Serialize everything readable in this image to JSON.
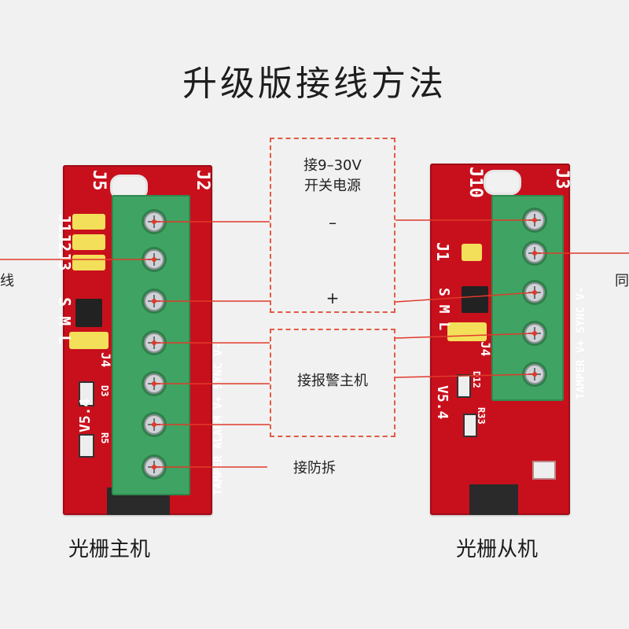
{
  "title": "升级版接线方法",
  "power_box": {
    "line1": "接9–30V",
    "line2": "开关电源",
    "minus": "–",
    "plus": "+"
  },
  "alarm_label": "接报警主机",
  "tamper_label": "接防拆",
  "left_board": {
    "name": "光栅主机",
    "silk_jumpers": "J1J2J3",
    "silk_sml": "S M L",
    "silk_j4": "J4",
    "silk_j5": "J5",
    "silk_j2": "J2",
    "silk_terms": "TAMPER   ALARM   V+  SYNC  V-",
    "silk_ver": "V5.4",
    "silk_d3": "D3",
    "silk_r5": "R5"
  },
  "right_board": {
    "name": "光栅从机",
    "silk_j1": "J1",
    "silk_sml": "S M L",
    "silk_j4": "J4",
    "silk_j10": "J10",
    "silk_j3": "J3",
    "silk_terms": "TAMPER  V+  SYNC  V-",
    "silk_ver": "V5.4",
    "silk_d12": "D12",
    "silk_r33": "R33"
  },
  "edge_left_text": "线",
  "edge_right_text": "同",
  "colors": {
    "board": "#c8101c",
    "terminal": "#3fa463",
    "jumper": "#f2de5a",
    "line": "#e03a2a"
  }
}
